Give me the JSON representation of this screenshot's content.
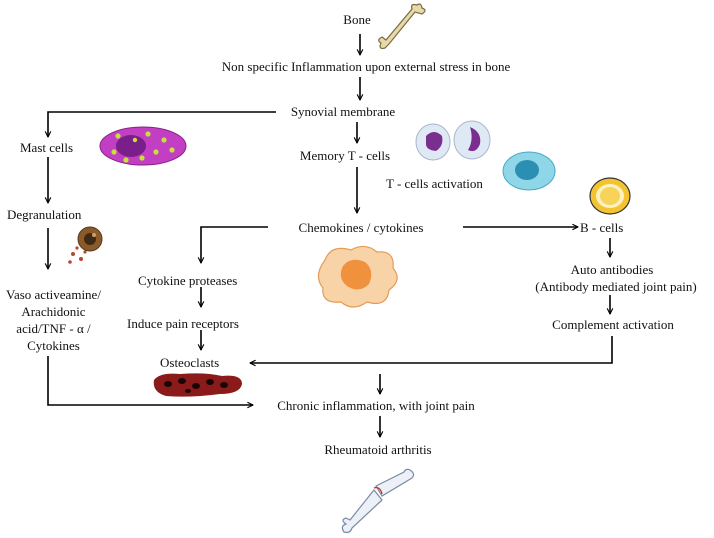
{
  "nodes": {
    "bone": "Bone",
    "inflammation": "Non specific  Inflammation  upon external stress in bone",
    "synovial": "Synovial  membrane",
    "mast_cells": "Mast cells",
    "memory_t": "Memory T - cells",
    "t_activation": "T - cells activation",
    "degranulation": "Degranulation",
    "chemokines": "Chemokines  /  cytokines",
    "b_cells": "B - cells",
    "cytokine_proteases": "Cytokine   proteases",
    "auto_antibodies": "Auto antibodies",
    "antibody_mediated": "(Antibody mediated joint pain)",
    "vaso_1": "Vaso activeamine/",
    "vaso_2": "Arachidonic",
    "vaso_3": "acid/TNF - α /",
    "vaso_4": "Cytokines",
    "induce_pain": "Induce pain receptors",
    "complement": "Complement  activation",
    "osteoclasts": "Osteoclasts",
    "chronic": "Chronic inflammation,  with joint pain",
    "ra": "Rheumatoid  arthritis"
  },
  "illustrations": [
    "bone-illustration",
    "mast-cell-illustration",
    "memory-t-cell-illustration",
    "activated-t-cell-illustration",
    "degranulating-cell-illustration",
    "macrophage-illustration",
    "b-cell-illustration",
    "osteoclast-illustration",
    "broken-bone-illustration"
  ],
  "colors": {
    "text": "#111111",
    "arrow": "#000000",
    "mast_cell": "#c23fc4",
    "t_cell_nucleus": "#7a2f8f",
    "activated_t_cell": "#8fd6e8",
    "b_cell": "#f4c430",
    "macrophage": "#f5b06a",
    "osteoclast": "#8b1a1a",
    "bone": "#e8d9a8"
  }
}
